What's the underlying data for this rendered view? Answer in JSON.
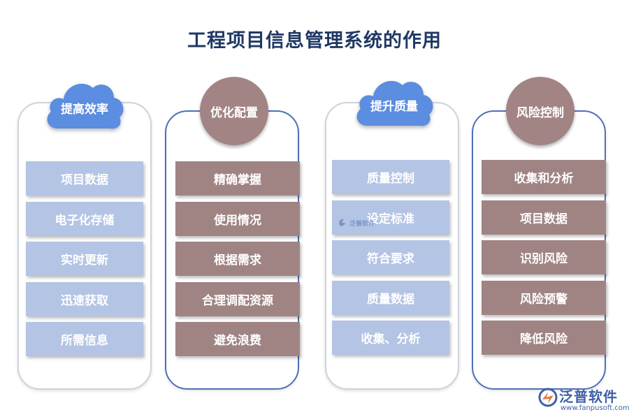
{
  "title": "工程项目信息管理系统的作用",
  "columns": [
    {
      "heading": "提高效率",
      "items": [
        "项目数据",
        "电子化存储",
        "实时更新",
        "迅速获取",
        "所需信息"
      ]
    },
    {
      "heading": "优化配置",
      "items": [
        "精确掌握",
        "使用情况",
        "根据需求",
        "合理调配资源",
        "避免浪费"
      ]
    },
    {
      "heading": "提升质量",
      "items": [
        "质量控制",
        "设定标准",
        "符合要求",
        "质量数据",
        "收集、分析"
      ]
    },
    {
      "heading": "风险控制",
      "items": [
        "收集和分析",
        "项目数据",
        "识别风险",
        "风险预警",
        "降低风险"
      ]
    }
  ],
  "watermark": "泛普软件",
  "logo": {
    "name": "泛普软件",
    "url": "www.fanpusoft.com"
  },
  "colors": {
    "title": "#1f3864",
    "cloud": "#5b8de0",
    "circle": "#a28484",
    "light_box": "#b4c4e4",
    "brown_box": "#a08484",
    "blue_border": "#4f6fb7"
  }
}
